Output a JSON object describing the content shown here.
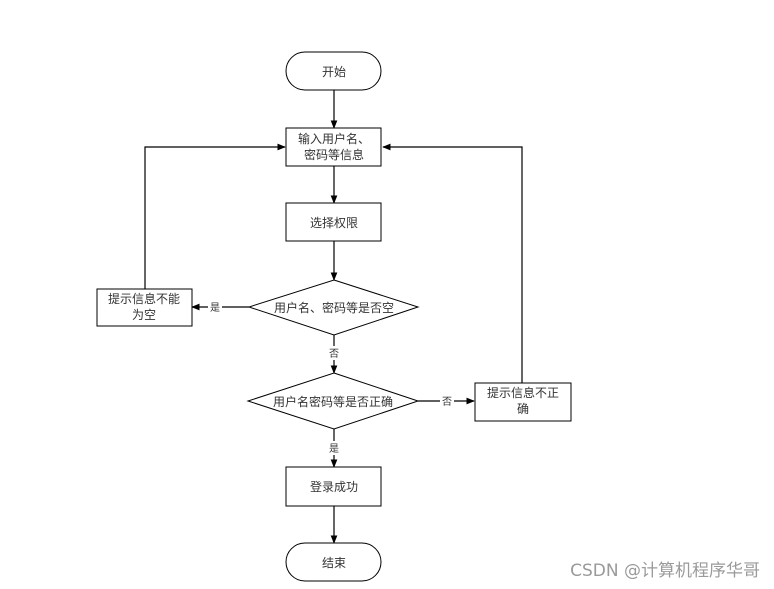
{
  "flowchart": {
    "nodes": {
      "start": {
        "shape": "terminal",
        "lines": [
          "开始"
        ]
      },
      "input": {
        "shape": "process",
        "lines": [
          "输入用户名、",
          "密码等信息"
        ]
      },
      "select_role": {
        "shape": "process",
        "lines": [
          "选择权限"
        ]
      },
      "check_empty": {
        "shape": "decision",
        "lines": [
          "用户名、密码等是否空"
        ]
      },
      "empty_msg": {
        "shape": "process",
        "lines": [
          "提示信息不能",
          "为空"
        ]
      },
      "check_correct": {
        "shape": "decision",
        "lines": [
          "用户名密码等是否正确"
        ]
      },
      "wrong_msg": {
        "shape": "process",
        "lines": [
          "提示信息不正",
          "确"
        ]
      },
      "login_success": {
        "shape": "process",
        "lines": [
          "登录成功"
        ]
      },
      "end": {
        "shape": "terminal",
        "lines": [
          "结束"
        ]
      }
    },
    "edges": [
      {
        "from": "start",
        "to": "input",
        "label": ""
      },
      {
        "from": "input",
        "to": "select_role",
        "label": ""
      },
      {
        "from": "select_role",
        "to": "check_empty",
        "label": ""
      },
      {
        "from": "check_empty",
        "to": "empty_msg",
        "label": "是"
      },
      {
        "from": "empty_msg",
        "to": "input",
        "label": ""
      },
      {
        "from": "check_empty",
        "to": "check_correct",
        "label": "否"
      },
      {
        "from": "check_correct",
        "to": "wrong_msg",
        "label": "否"
      },
      {
        "from": "wrong_msg",
        "to": "input",
        "label": ""
      },
      {
        "from": "check_correct",
        "to": "login_success",
        "label": "是"
      },
      {
        "from": "login_success",
        "to": "end",
        "label": ""
      }
    ]
  },
  "watermark": "CSDN @计算机程序华哥"
}
